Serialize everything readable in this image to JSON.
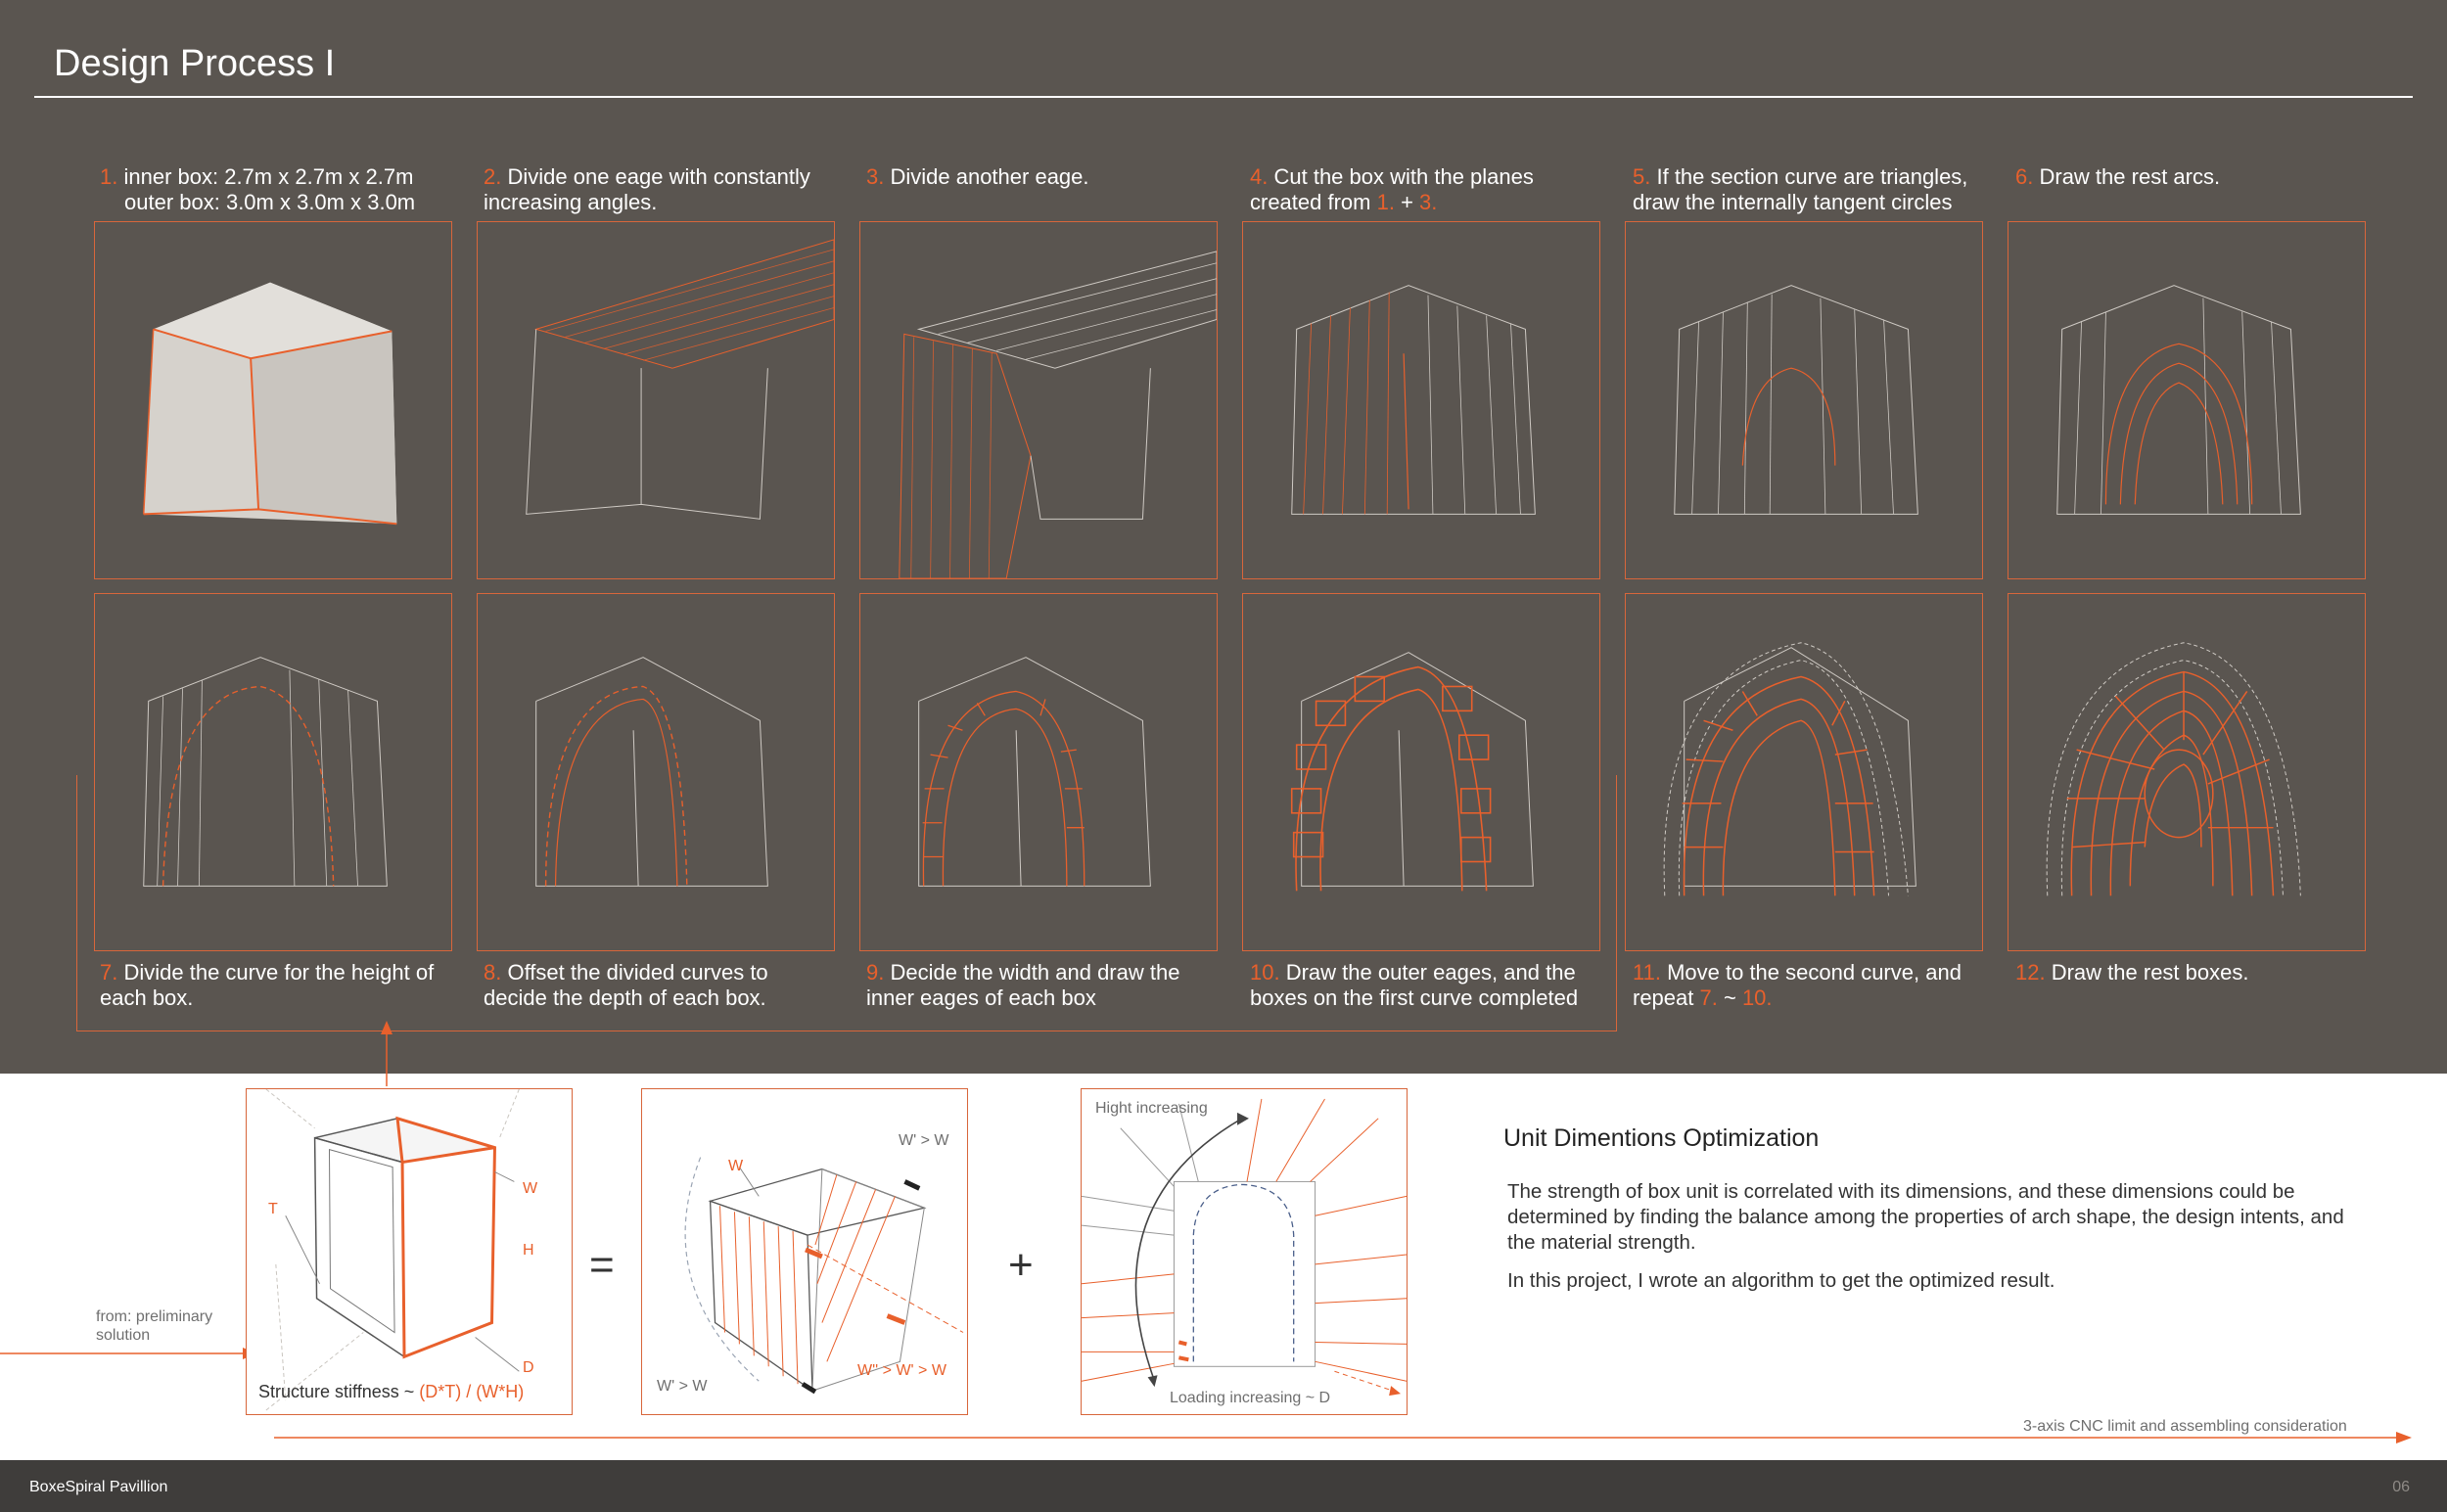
{
  "page": {
    "title": "Design Process I",
    "footer_left": "BoxeSpiral Pavillion",
    "footer_right": "06"
  },
  "colors": {
    "background": "#5a5550",
    "accent": "#e8602c",
    "wire": "#d0ccc7"
  },
  "steps": [
    {
      "num": "1.",
      "line1": "inner box: 2.7m x 2.7m x 2.7m",
      "line2": "outer box: 3.0m x 3.0m x 3.0m"
    },
    {
      "num": "2.",
      "line1": "Divide one eage with constantly",
      "line2": "increasing angles."
    },
    {
      "num": "3.",
      "line1": "Divide another eage.",
      "line2": ""
    },
    {
      "num": "4.",
      "line1": "Cut the box with the planes",
      "line2_pre": "created from ",
      "ref_a": "1.",
      "plus": " + ",
      "ref_b": "3."
    },
    {
      "num": "5.",
      "line1": "If the section curve are triangles,",
      "line2": "draw the internally tangent circles"
    },
    {
      "num": "6.",
      "line1": "Draw the rest arcs.",
      "line2": ""
    },
    {
      "num": "7.",
      "line1": "Divide the curve for the height of",
      "line2": "each box."
    },
    {
      "num": "8.",
      "line1": "Offset the divided curves to",
      "line2": "decide the depth of each box."
    },
    {
      "num": "9.",
      "line1": "Decide the width and draw the",
      "line2": "inner eages of each box"
    },
    {
      "num": "10.",
      "line1": "Draw the outer eages, and the",
      "line2": "boxes on the first curve completed"
    },
    {
      "num": "11.",
      "line1": "Move to the second curve, and",
      "line2_pre": "repeat ",
      "ref_a": "7.",
      "plus": " ~ ",
      "ref_b": "10."
    },
    {
      "num": "12.",
      "line1": "Draw the rest boxes.",
      "line2": ""
    }
  ],
  "diagram": {
    "from_label_1": "from: preliminary",
    "from_label_2": "solution",
    "stiffness_pre": "Structure stiffness ~ ",
    "stiffness_formula": "(D*T) / (W*H)",
    "w": "W",
    "h": "H",
    "t": "T",
    "d": "D",
    "equals": "=",
    "plus": "+",
    "w_top": "W' > W",
    "w_left": "W",
    "w_bottom": "W' > W",
    "w_double_prime": "W'' > W' > W",
    "height_increasing": "Hight increasing",
    "loading_increasing": "Loading increasing ~ D",
    "cnc_label": "3-axis CNC limit and assembling consideration"
  },
  "optimization": {
    "heading": "Unit Dimentions Optimization",
    "para1": "The strength of box unit is correlated with its dimensions, and these dimensions could be determined by finding the balance among the properties of arch shape, the design intents, and the material strength.",
    "para2": "In this project, I wrote an algorithm to get the optimized result."
  }
}
